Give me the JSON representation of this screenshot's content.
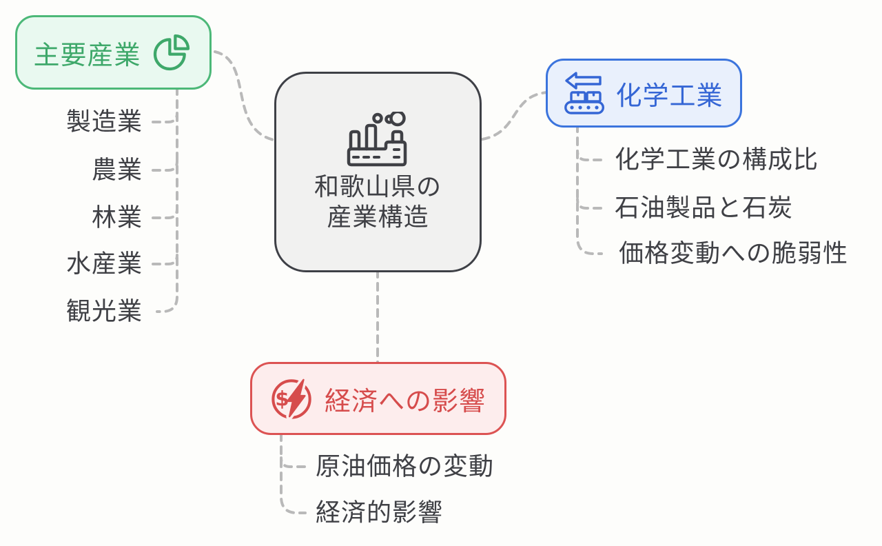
{
  "canvas": {
    "background": "#fdfdfb",
    "connector_color": "#b9b9b9"
  },
  "center_node": {
    "title_lines": [
      "和歌山県の",
      "産業構造"
    ],
    "icon": "factory-icon",
    "border_color": "#3e4046",
    "fill_color": "#f1f1f0",
    "text_color": "#3f4045"
  },
  "branches": [
    {
      "id": "main-industries",
      "label": "主要産業",
      "icon": "pie-chart-icon",
      "accent_color": "#4cb878",
      "fill_color": "#e9f9f0",
      "items": [
        "製造業",
        "農業",
        "林業",
        "水産業",
        "観光業"
      ]
    },
    {
      "id": "chemical-industry",
      "label": "化学工業",
      "icon": "conveyor-belt-icon",
      "accent_color": "#3b74dd",
      "fill_color": "#e9f0fc",
      "items": [
        "化学工業の構成比",
        "石油製品と石炭",
        "価格変動への脆弱性"
      ]
    },
    {
      "id": "economic-impact",
      "label": "経済への影響",
      "icon": "dollar-lightning-icon",
      "accent_color": "#dc5353",
      "fill_color": "#fdeded",
      "items": [
        "原油価格の変動",
        "経済的影響"
      ]
    }
  ]
}
